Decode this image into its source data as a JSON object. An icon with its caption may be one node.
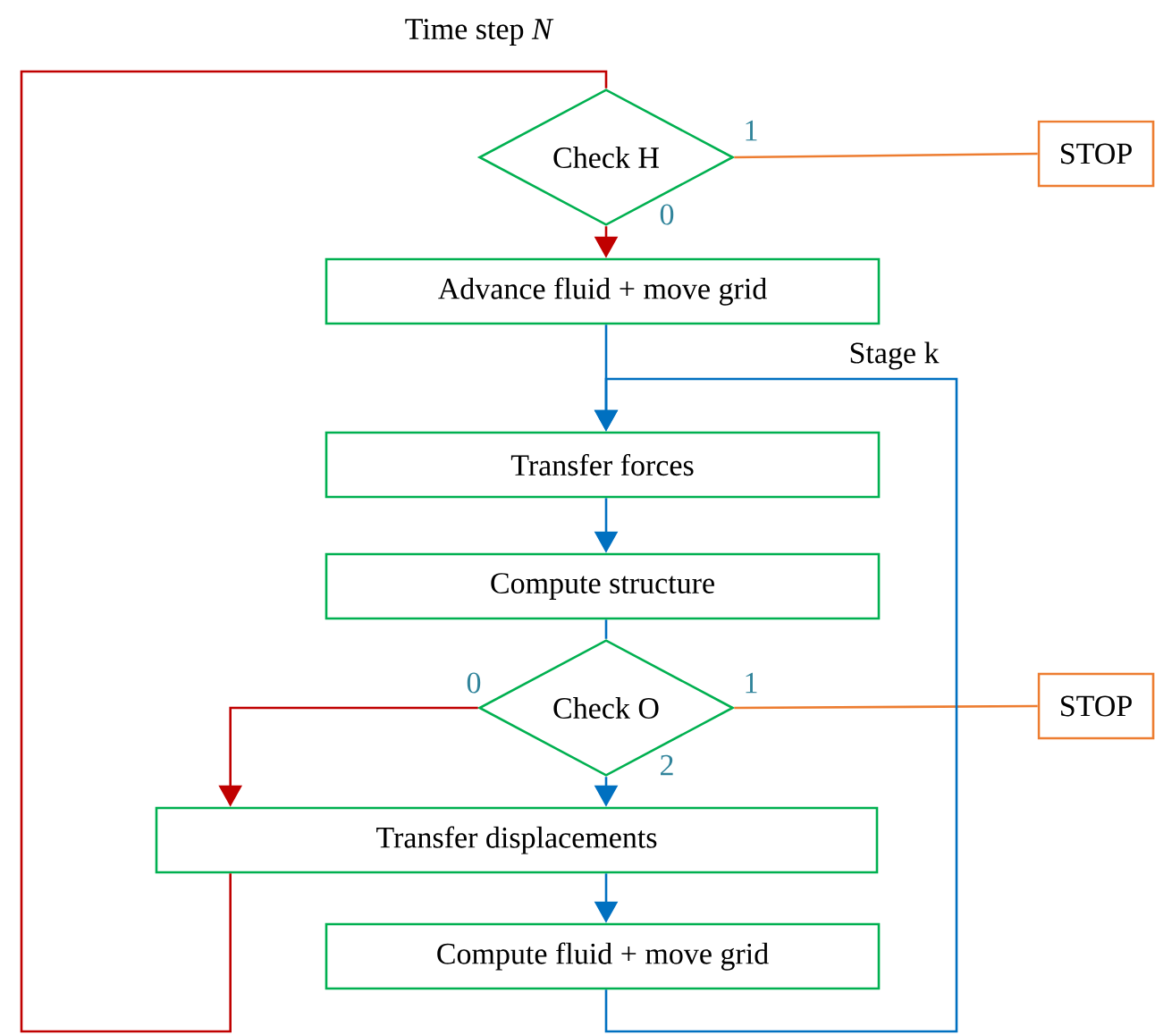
{
  "diagram": {
    "nodes": [
      {
        "text": [
          "Check H"
        ]
      },
      {
        "text": [
          "STOP"
        ]
      },
      {
        "text": [
          "Advance fluid + move grid"
        ]
      },
      {
        "text": [
          "Transfer forces"
        ]
      },
      {
        "text": [
          "Compute structure"
        ]
      },
      {
        "text": [
          "Check O"
        ]
      },
      {
        "text": [
          "STOP"
        ]
      },
      {
        "text": [
          "Transfer displacements"
        ]
      },
      {
        "text": [
          "Compute fluid + move grid"
        ]
      }
    ],
    "edges": [
      {
        "from": 0,
        "to": 1,
        "arrow": "none",
        "label": "1",
        "color": "#ed7d31"
      },
      {
        "from": 0,
        "to": 2,
        "arrow": "to",
        "label": "0",
        "color": "#c00000"
      },
      {
        "from": 2,
        "to": 3,
        "arrow": "to"
      },
      {
        "from": 3,
        "to": 4,
        "arrow": "to"
      },
      {
        "from": 4,
        "to": 5,
        "arrow": "none"
      },
      {
        "from": 5,
        "to": 6,
        "arrow": "none",
        "label": "1",
        "color": "#ed7d31"
      },
      {
        "from": 5,
        "to": 7,
        "arrow": "to",
        "label": "0",
        "color": "#c00000"
      },
      {
        "from": 5,
        "to": 7,
        "arrow": "to",
        "label": "2"
      },
      {
        "from": 7,
        "to": 8,
        "arrow": "to"
      },
      {
        "from": 8,
        "to": 3,
        "arrow": "to"
      },
      {
        "from": 7,
        "to": 0,
        "arrow": "none",
        "color": "#c00000"
      }
    ],
    "labels": [
      "Time step *N*",
      "Stage k"
    ]
  }
}
